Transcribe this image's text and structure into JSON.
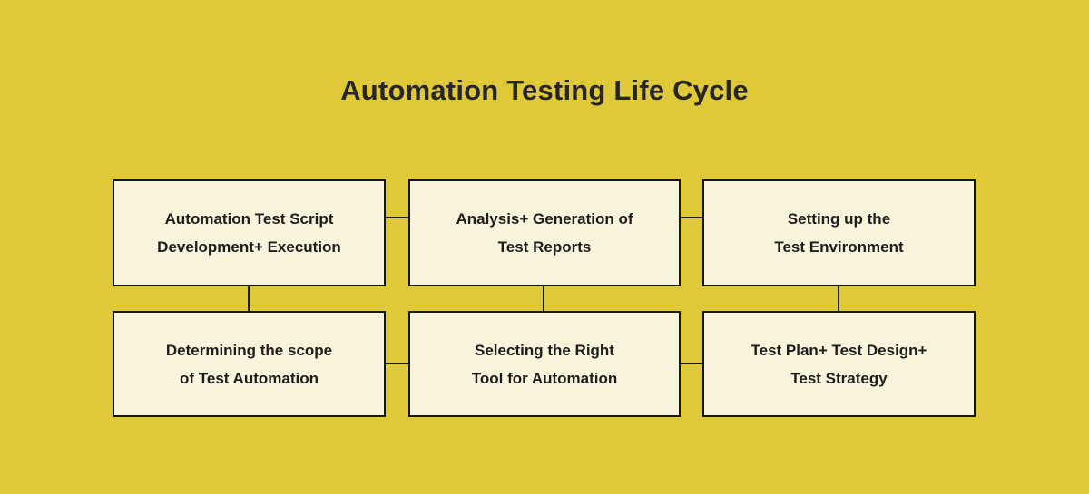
{
  "title": "Automation Testing Life Cycle",
  "colors": {
    "background": "#e0c938",
    "box_fill": "#f8f4dc",
    "line": "#161616",
    "title_color": "#262626",
    "text_color": "#1d1d1d"
  },
  "diagram": {
    "boxes": [
      {
        "name": "automation-test-script-development-execution",
        "lines": [
          "Automation Test Script",
          "Development+ Execution"
        ]
      },
      {
        "name": "analysis-generation-of-test-reports",
        "lines": [
          "Analysis+ Generation of",
          "Test Reports"
        ]
      },
      {
        "name": "setting-up-the-test-environment",
        "lines": [
          "Setting up the",
          "Test Environment"
        ]
      },
      {
        "name": "determining-the-scope-of-test-automation",
        "lines": [
          "Determining the scope",
          "of Test Automation"
        ]
      },
      {
        "name": "selecting-the-right-tool-for-automation",
        "lines": [
          "Selecting the Right",
          "Tool for Automation"
        ]
      },
      {
        "name": "test-plan-test-design-test-strategy",
        "lines": [
          "Test Plan+ Test Design+",
          "Test Strategy"
        ]
      }
    ]
  }
}
